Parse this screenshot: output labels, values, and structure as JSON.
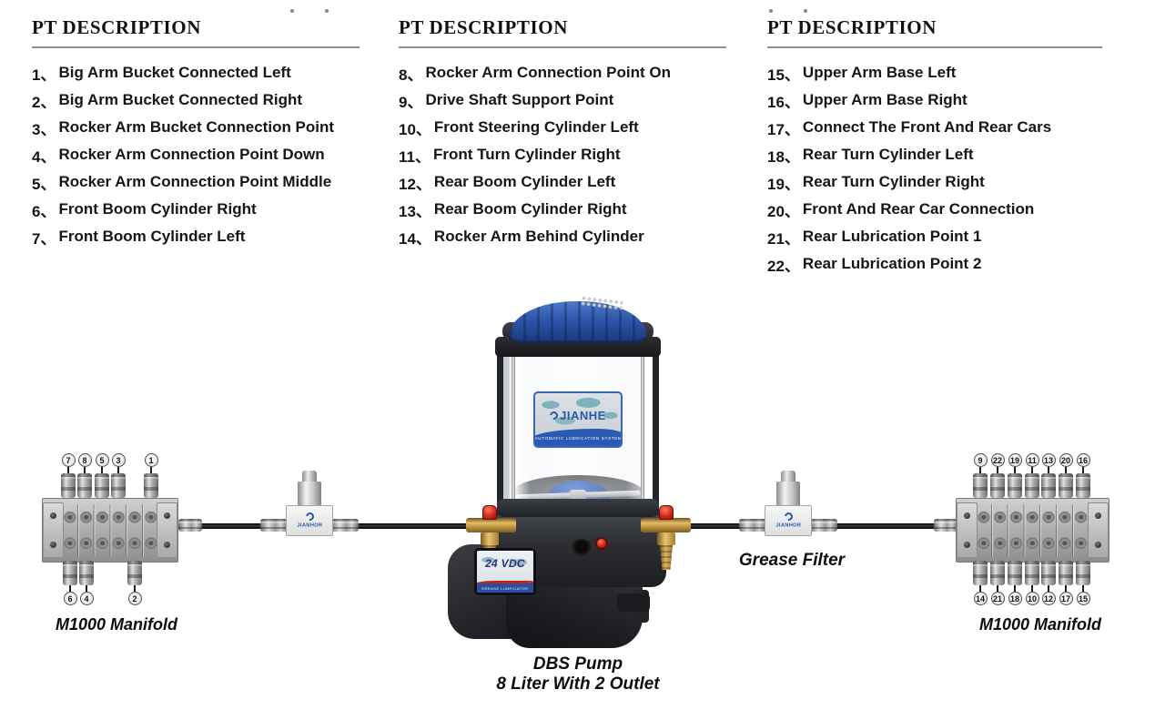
{
  "legend": {
    "columns": [
      {
        "title": "PT DESCRIPTION",
        "items": [
          {
            "num": "1、",
            "text": "Big Arm Bucket Connected Left"
          },
          {
            "num": "2、",
            "text": "Big Arm Bucket Connected Right"
          },
          {
            "num": "3、",
            "text": "Rocker Arm Bucket Connection Point"
          },
          {
            "num": "4、",
            "text": "Rocker Arm Connection Point Down"
          },
          {
            "num": "5、",
            "text": "Rocker Arm Connection Point Middle"
          },
          {
            "num": "6、",
            "text": "Front Boom Cylinder Right"
          },
          {
            "num": "7、",
            "text": "Front Boom Cylinder Left"
          }
        ]
      },
      {
        "title": "PT DESCRIPTION",
        "items": [
          {
            "num": "8、",
            "text": "Rocker Arm Connection Point On"
          },
          {
            "num": "9、",
            "text": "Drive Shaft Support Point"
          },
          {
            "num": "10、",
            "text": "Front Steering Cylinder Left"
          },
          {
            "num": "11、",
            "text": "Front Turn Cylinder Right"
          },
          {
            "num": "12、",
            "text": "Rear Boom Cylinder Left"
          },
          {
            "num": "13、",
            "text": "Rear Boom Cylinder Right"
          },
          {
            "num": "14、",
            "text": "Rocker Arm Behind Cylinder"
          }
        ]
      },
      {
        "title": "PT DESCRIPTION",
        "items": [
          {
            "num": "15、",
            "text": "Upper Arm Base Left"
          },
          {
            "num": "16、",
            "text": "Upper Arm Base Right"
          },
          {
            "num": "17、",
            "text": "Connect The Front And Rear Cars"
          },
          {
            "num": "18、",
            "text": "Rear Turn Cylinder Left"
          },
          {
            "num": "19、",
            "text": "Rear Turn Cylinder Right"
          },
          {
            "num": "20、",
            "text": "Front And Rear Car Connection"
          },
          {
            "num": "21、",
            "text": "Rear Lubrication Point 1"
          },
          {
            "num": "22、",
            "text": "Rear Lubrication Point 2"
          }
        ]
      }
    ]
  },
  "diagram": {
    "left_manifold": {
      "label": "M1000 Manifold",
      "top_ports": [
        "7",
        "8",
        "5",
        "3",
        "1"
      ],
      "bottom_ports": [
        "6",
        "4",
        "2"
      ]
    },
    "right_manifold": {
      "label": "M1000 Manifold",
      "top_ports": [
        "9",
        "22",
        "19",
        "11",
        "13",
        "20",
        "16"
      ],
      "bottom_ports": [
        "14",
        "21",
        "18",
        "10",
        "12",
        "17",
        "15"
      ]
    },
    "left_filter": {
      "brand": "JIANHOR"
    },
    "right_filter": {
      "brand": "JIANHOR",
      "label": "Grease Filter"
    },
    "pump": {
      "reservoir_brand": "JIANHE",
      "reservoir_subtitle": "AUTOMATIC LUBRICATION SYSTEM",
      "motor_voltage": "24 VDC",
      "motor_subtitle": "GREASE LUBRICATOR",
      "caption_line1": "DBS Pump",
      "caption_line2": "8 Liter With 2 Outlet"
    },
    "colors": {
      "pipe": "#141414",
      "cap_blue": "#2d55a8",
      "brand_blue": "#2257ab",
      "brass": "#b98f3e",
      "red_cap": "#d02414",
      "manifold_gray": "#ababab"
    }
  }
}
